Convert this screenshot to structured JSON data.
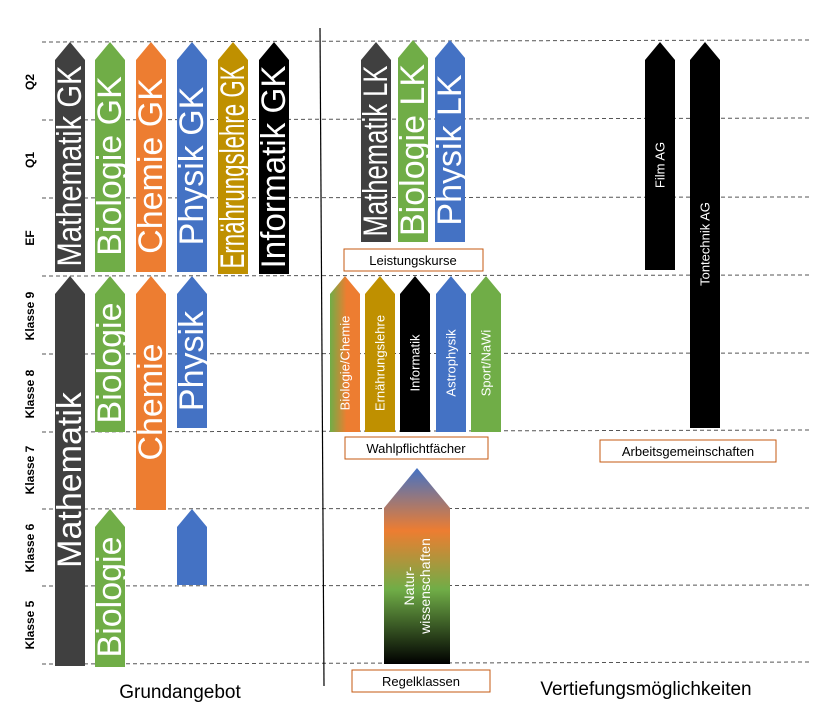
{
  "rows": [
    "Q2",
    "Q1",
    "EF",
    "Klasse 9",
    "Klasse 8",
    "Klasse 7",
    "Klasse 6",
    "Klasse 5"
  ],
  "arrows": [
    {
      "id": "mathematik-gk",
      "label": "Mathematik GK",
      "color": "#404040"
    },
    {
      "id": "biologie-gk",
      "label": "Biologie GK",
      "color": "#70ad47"
    },
    {
      "id": "chemie-gk",
      "label": "Chemie GK",
      "color": "#ed7d31"
    },
    {
      "id": "physik-gk",
      "label": "Physik GK",
      "color": "#4472c4"
    },
    {
      "id": "ernaehrungslehre-gk",
      "label": "Ernährungslehre GK",
      "color": "#bf9000"
    },
    {
      "id": "informatik-gk",
      "label": "Informatik GK",
      "color": "#000000"
    },
    {
      "id": "mathematik-sek1",
      "label": "Mathematik",
      "color": "#404040"
    },
    {
      "id": "biologie-89",
      "label": "Biologie",
      "color": "#70ad47"
    },
    {
      "id": "chemie-sek1",
      "label": "Chemie",
      "color": "#ed7d31"
    },
    {
      "id": "physik-89",
      "label": "Physik",
      "color": "#4472c4"
    },
    {
      "id": "biologie-56",
      "label": "Biologie",
      "color": "#70ad47"
    },
    {
      "id": "physik-6",
      "label": "",
      "color": "#4472c4"
    },
    {
      "id": "mathematik-lk",
      "label": "Mathematik LK",
      "color": "#404040"
    },
    {
      "id": "biologie-lk",
      "label": "Biologie LK",
      "color": "#70ad47"
    },
    {
      "id": "physik-lk",
      "label": "Physik LK",
      "color": "#4472c4"
    },
    {
      "id": "wpf-biologie-chemie",
      "label": "Biologie/Chemie",
      "color": "gradient-bio-chem"
    },
    {
      "id": "wpf-ernaehrungslehre",
      "label": "Ernährungslehre",
      "color": "#bf9000"
    },
    {
      "id": "wpf-informatik",
      "label": "Informatik",
      "color": "#000000"
    },
    {
      "id": "wpf-astrophysik",
      "label": "Astrophysik",
      "color": "#4472c4"
    },
    {
      "id": "wpf-sport-nawi",
      "label": "Sport/NaWi",
      "color": "#70ad47"
    },
    {
      "id": "naturwissenschaften",
      "label": "Natur-|wissenschaften",
      "color": "gradient-nawi"
    },
    {
      "id": "film-ag",
      "label": "Film AG",
      "color": "#000000"
    },
    {
      "id": "tontechnik-ag",
      "label": "Tontechnik AG",
      "color": "#000000"
    }
  ],
  "boxes": {
    "leistungskurse": "Leistungskurse",
    "wahlpflichtfaecher": "Wahlpflichtfächer",
    "arbeitsgemeinschaften": "Arbeitsgemeinschaften",
    "regelklassen": "Regelklassen"
  },
  "footer": {
    "left": "Grundangebot",
    "right": "Vertiefungsmöglichkeiten"
  }
}
